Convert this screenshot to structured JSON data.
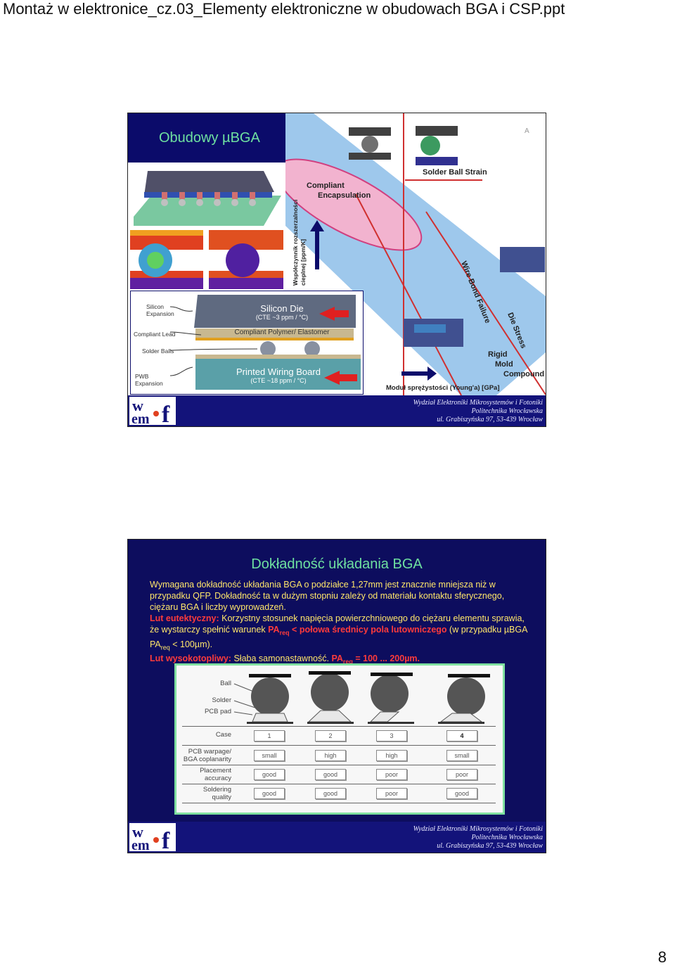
{
  "document": {
    "title": "Montaż w elektronice_cz.03_Elementy elektroniczne w obudowach BGA i CSP.ppt",
    "page_number": "8"
  },
  "footer": {
    "line1": "Wydział Elektroniki Mikrosystemów i Fotoniki",
    "line2": "Politechnika Wrocławska",
    "line3": "ul. Grabiszyńska 97, 53-439 Wrocław"
  },
  "slide1": {
    "title": "Obudowy µBGA",
    "chart": {
      "y_axis_label_line1": "Współczynnik rozszerzalności",
      "y_axis_label_line2": "cieplnej [ppm/K]",
      "x_axis_label": "Moduł sprężystości (Young'a) [GPa]",
      "compliant_line1": "Compliant",
      "compliant_line2": "Encapsulation",
      "solder_ball_strain": "Solder Ball Strain",
      "wire_bond_failure": "Wire Bond Failure",
      "die_stress": "Die Stress",
      "rigid": "Rigid",
      "mold": "Mold",
      "compound": "Compound",
      "marker": "A"
    },
    "cross_section": {
      "silicon_expansion_1": "Silicon",
      "silicon_expansion_2": "Expansion",
      "compliant_lead": "Compliant Lead",
      "solder_balls": "Solder Balls",
      "pwb_1": "PWB",
      "pwb_2": "Expansion",
      "silicon_die": "Silicon Die",
      "silicon_die_cte": "(CTE ~3 ppm / °C)",
      "compliant_polymer": "Compliant Polymer/ Elastomer",
      "pwb_board": "Printed Wiring Board",
      "pwb_board_cte": "(CTE ~18 ppm / °C)"
    }
  },
  "slide2": {
    "title": "Dokładność układania BGA",
    "p1": "Wymagana dokładność układania BGA o podziałce 1,27mm jest znacznie mniejsza niż w przypadku QFP. Dokładność ta w dużym stopniu zależy od materiału kontaktu sferycznego, ciężaru BGA i liczby wyprowadzeń.",
    "p2_label": "Lut eutektyczny:",
    "p2_text": " Korzystny stosunek napięcia powierzchniowego do ciężaru elementu sprawia, że wystarczy spełnić warunek ",
    "pa": "PA",
    "req": "req",
    "p2_cond": " < połowa średnicy pola lutowniczego",
    "p2_tail1": " (w przypadku µBGA PA",
    "p2_tail2": " < 100µm).",
    "p3_label": "Lut wysokotopliwy:",
    "p3_text": " Słaba samonastawność. ",
    "p3_cond": " = 100 ... 200µm.",
    "table": {
      "ball": "Ball",
      "solder": "Solder",
      "pcb_pad": "PCB pad",
      "row_case": "Case",
      "row_warpage_1": "PCB warpage/",
      "row_warpage_2": "BGA coplanarity",
      "row_placement_1": "Placement",
      "row_placement_2": "accuracy",
      "row_soldering_1": "Soldering",
      "row_soldering_2": "quality",
      "cases": [
        "1",
        "2",
        "3",
        "4"
      ],
      "warpage": [
        "small",
        "high",
        "high",
        "small"
      ],
      "placement": [
        "good",
        "good",
        "poor",
        "poor"
      ],
      "soldering": [
        "good",
        "good",
        "poor",
        "good"
      ]
    }
  }
}
